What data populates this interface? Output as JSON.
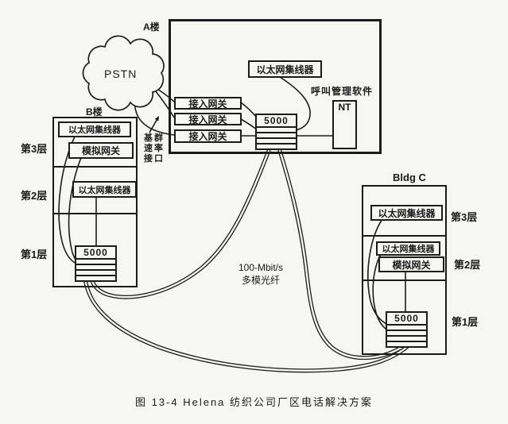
{
  "colors": {
    "ink": "#1b1b1b",
    "paper": "#f6f6f3"
  },
  "caption": "图 13-4   Helena 纺织公司厂区电话解决方案",
  "cloud": {
    "label": "PSTN"
  },
  "building_a": {
    "label": "A楼",
    "hub_label": "以太网集线器",
    "call_mgmt_label": "呼叫管理软件",
    "nt_label": "NT",
    "gateways": [
      "接入网关",
      "接入网关",
      "接入网关"
    ],
    "switch_label": "5000"
  },
  "building_b": {
    "label": "B楼",
    "hub1_label": "以太网集线器",
    "analog_gw_label": "模拟网关",
    "hub2_label": "以太网集线器",
    "switch_label": "5000",
    "floors": [
      "第3层",
      "第2层",
      "第1层"
    ]
  },
  "building_c": {
    "label": "Bldg C",
    "hub1_label": "以太网集线器",
    "hub2_label": "以太网集线器",
    "analog_gw_label": "模拟网关",
    "switch_label": "5000",
    "floors": [
      "第3层",
      "第2层",
      "第1层"
    ]
  },
  "annotations": {
    "pri_rows": [
      "基群",
      "速率",
      "接口"
    ],
    "fiber_line1": "100-Mbit/s",
    "fiber_line2": "多模光纤"
  }
}
